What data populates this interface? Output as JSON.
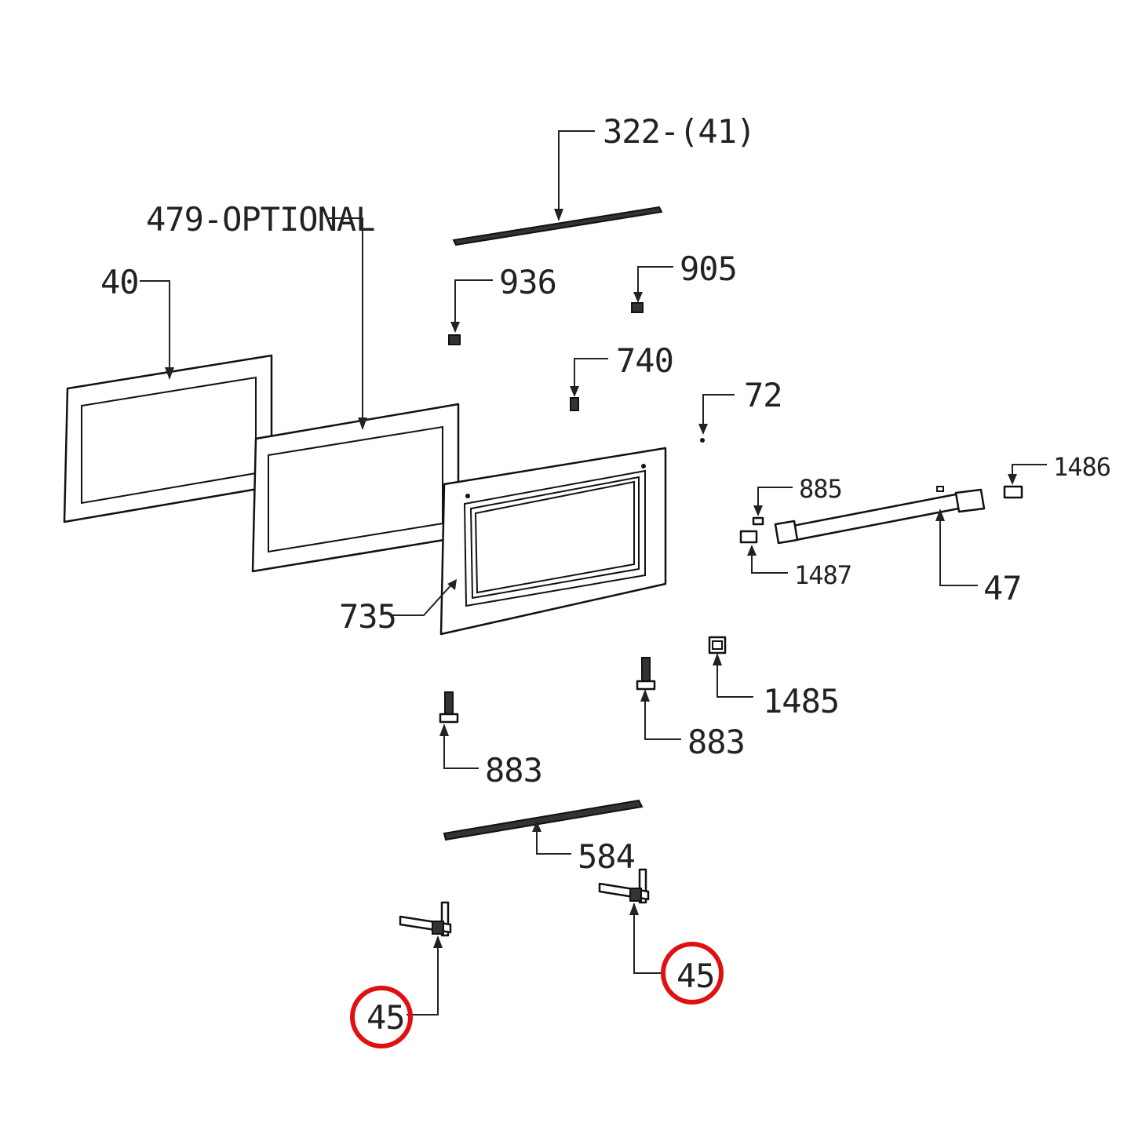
{
  "labels": {
    "strip_top": "322-(41)",
    "glass_optional": "479-OPTIONAL",
    "glass_inner": "40",
    "part_936": "936",
    "part_905": "905",
    "part_740": "740",
    "part_72": "72",
    "part_1486": "1486",
    "part_885": "885",
    "part_1487": "1487",
    "handle": "47",
    "door_outer": "735",
    "part_1485": "1485",
    "hinge_pin_right": "883",
    "hinge_pin_left": "883",
    "strip_bottom": "584",
    "hinge_right": "45",
    "hinge_left": "45"
  },
  "highlight_color": "#e01010"
}
